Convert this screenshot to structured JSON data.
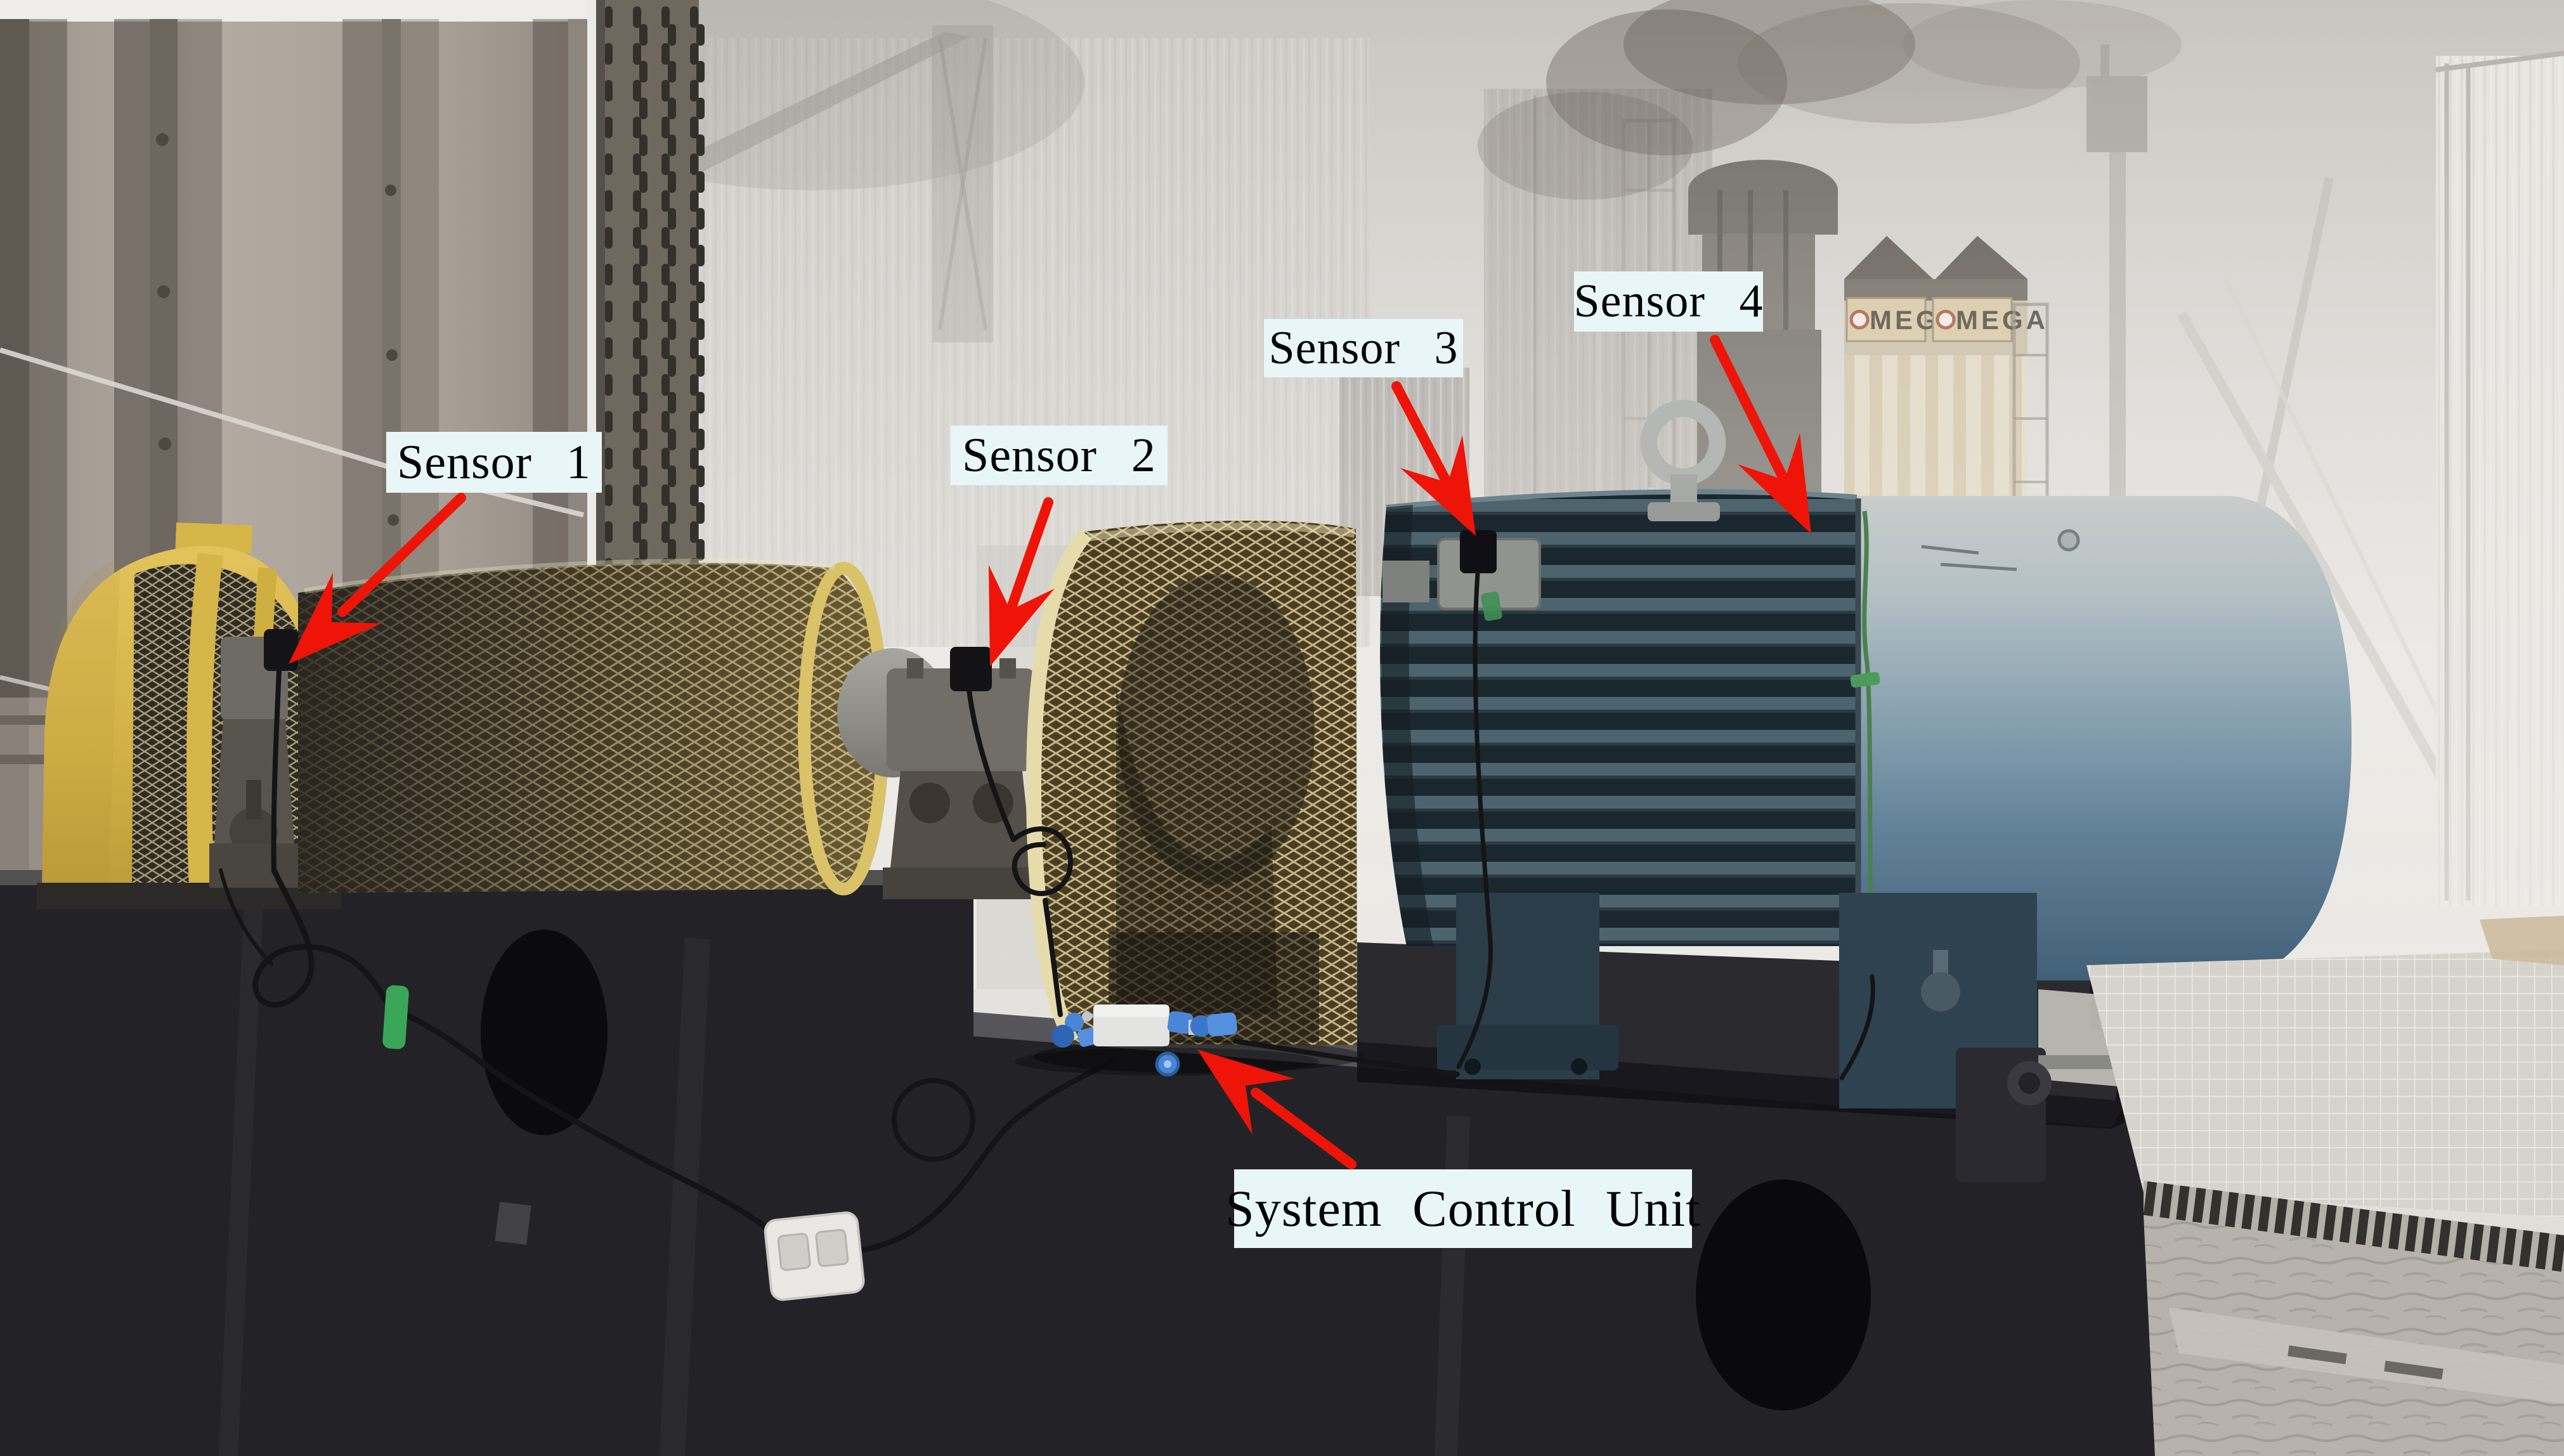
{
  "annotations": {
    "labels": [
      {
        "id": "sensor-1",
        "text": "Sensor 1"
      },
      {
        "id": "sensor-2",
        "text": "Sensor 2"
      },
      {
        "id": "sensor-3",
        "text": "Sensor 3"
      },
      {
        "id": "sensor-4",
        "text": "Sensor 4"
      },
      {
        "id": "system-control-unit",
        "text": "System Control Unit"
      }
    ]
  },
  "background_signs": {
    "left_tower": "MEGA",
    "right_tower": "MEGA"
  },
  "colors": {
    "label_background": "#e9f6f8",
    "label_text": "#050505",
    "arrow_red": "#ee1408"
  }
}
